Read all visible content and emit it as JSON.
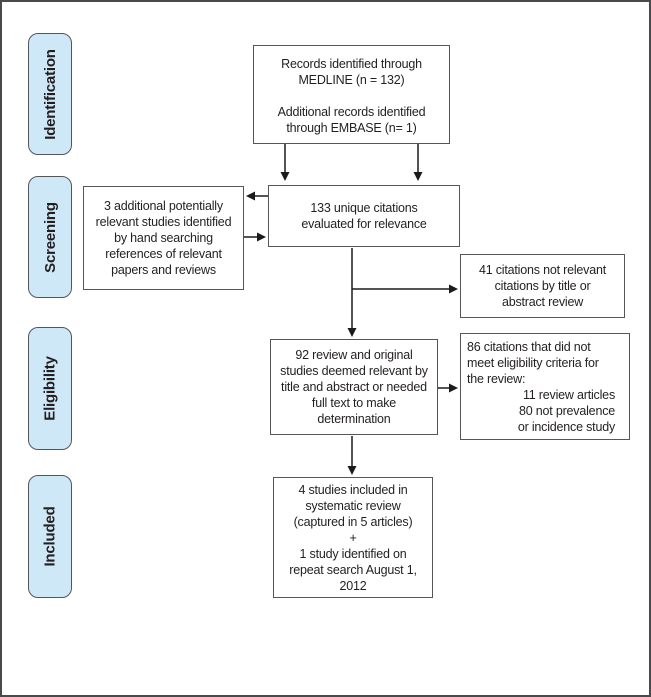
{
  "colors": {
    "stage_fill": "#cfe8f7",
    "stage_border": "#55565a",
    "box_border": "#55565a",
    "arrow": "#1b1b1b",
    "text": "#231f20",
    "background": "#ffffff"
  },
  "sidebar": {
    "stages": [
      {
        "label": "Identification"
      },
      {
        "label": "Screening"
      },
      {
        "label": "Eligibility"
      },
      {
        "label": "Included"
      }
    ]
  },
  "boxes": {
    "medline": {
      "text": "Records identified through\nMEDLINE (n = 132)"
    },
    "embase": {
      "text": "Additional records identified\nthrough EMBASE (n= 1)"
    },
    "unique": {
      "text": "133 unique citations\nevaluated for relevance"
    },
    "hand_search": {
      "text": "3 additional potentially\nrelevant studies identified\nby hand searching\nreferences of relevant\npapers and reviews"
    },
    "not_relevant": {
      "text": "41 citations not relevant\ncitations by title or\nabstract review"
    },
    "full_text": {
      "text": "92 review and original\nstudies deemed relevant by\ntitle and abstract or needed\nfull text to make\ndetermination"
    },
    "not_eligible": {
      "text": "86 citations that did not\nmeet eligibility criteria for\nthe review:",
      "subtext": "11 review articles\n80 not prevalence\nor incidence study"
    },
    "included": {
      "text": "4 studies included in\nsystematic review\n(captured in 5 articles)\n+\n1 study identified on\nrepeat search August 1,\n2012"
    }
  }
}
